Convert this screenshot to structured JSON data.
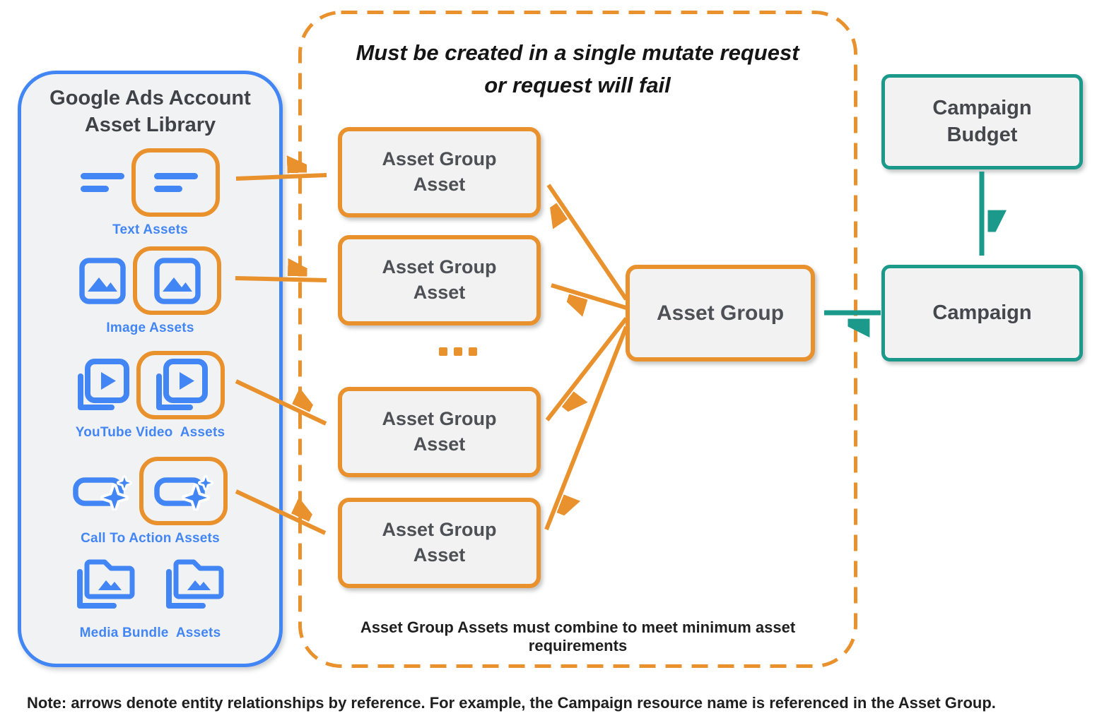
{
  "palette": {
    "orange": "#E8912D",
    "blue": "#4285F4",
    "teal": "#1B998A",
    "box_fill": "#F2F2F2",
    "panel_fill": "#F1F2F3",
    "text_dark": "#1F1F1F",
    "text_gray": "#4D5156"
  },
  "library": {
    "title": "Google Ads Account Asset Library",
    "groups": [
      {
        "label": "Text Assets",
        "icon": "text-lines-icon"
      },
      {
        "label": "Image Assets",
        "icon": "image-icon"
      },
      {
        "label": "YouTube Video  Assets",
        "icon": "video-stack-icon"
      },
      {
        "label": "Call To Action Assets",
        "icon": "cta-sparkle-icon"
      },
      {
        "label": "Media Bundle  Assets",
        "icon": "media-folder-icon"
      }
    ]
  },
  "mutate_panel": {
    "title_line1": "Must be created in a single mutate request",
    "title_line2": "or request will fail",
    "asset_boxes": [
      "Asset Group Asset",
      "Asset Group Asset",
      "Asset Group Asset",
      "Asset Group Asset"
    ],
    "ellipsis": "...",
    "caption": "Asset Group Assets must combine to meet minimum asset requirements"
  },
  "asset_group": {
    "label": "Asset Group"
  },
  "campaign_budget": {
    "label": "Campaign Budget"
  },
  "campaign": {
    "label": "Campaign"
  },
  "note": "Note: arrows denote entity relationships by reference. For example, the Campaign resource name is referenced in the Asset Group."
}
